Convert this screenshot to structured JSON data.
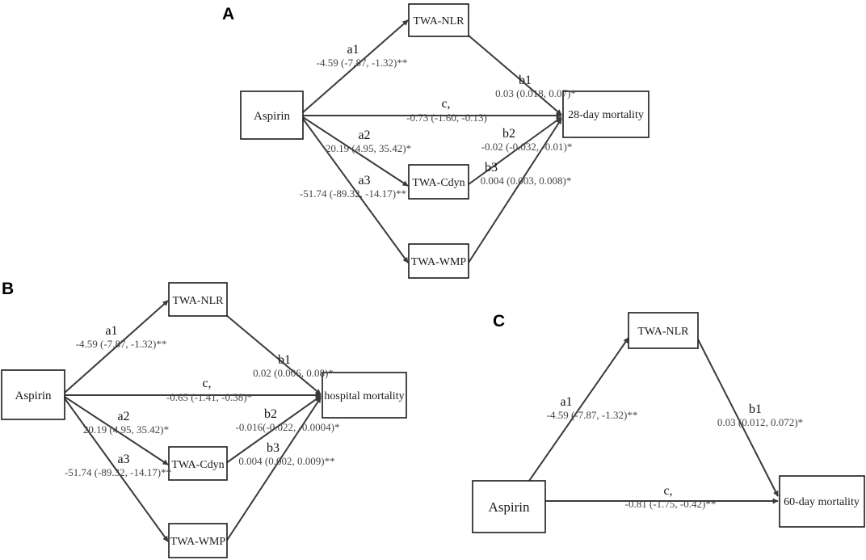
{
  "colors": {
    "line": "#3a3a3a",
    "box": "#1a1a1a",
    "text": "#111111",
    "value": "#444444"
  },
  "panels": {
    "A": {
      "letter": "A",
      "nodes": {
        "aspirin": "Aspirin",
        "nlr": "TWA-NLR",
        "cdyn": "TWA-Cdyn",
        "wmp": "TWA-WMP",
        "outcome": "28-day mortality"
      },
      "paths": {
        "a1": {
          "coef": "a1",
          "value": "-4.59 (-7.87, -1.32)**"
        },
        "b1": {
          "coef": "b1",
          "value": "0.03 (0.018, 0.07)*"
        },
        "c": {
          "coef": "c,",
          "value": "-0.73 (-1.60, -0.13)"
        },
        "a2": {
          "coef": "a2",
          "value": "20.19 (4.95, 35.42)*"
        },
        "b2": {
          "coef": "b2",
          "value": "-0.02 (-0.032, -0.01)*"
        },
        "a3": {
          "coef": "a3",
          "value": "-51.74 (-89.32, -14.17)**"
        },
        "b3": {
          "coef": "b3",
          "value": "0.004 (0.003, 0.008)*"
        }
      }
    },
    "B": {
      "letter": "B",
      "nodes": {
        "aspirin": "Aspirin",
        "nlr": "TWA-NLR",
        "cdyn": "TWA-Cdyn",
        "wmp": "TWA-WMP",
        "outcome": "hospital mortality"
      },
      "paths": {
        "a1": {
          "coef": "a1",
          "value": "-4.59 (-7.87, -1.32)**"
        },
        "b1": {
          "coef": "b1",
          "value": "0.02 (0.006, 0.08)*"
        },
        "c": {
          "coef": "c,",
          "value": "-0.65 (-1.41, -0.38)*"
        },
        "a2": {
          "coef": "a2",
          "value": "20.19 (4.95, 35.42)*"
        },
        "b2": {
          "coef": "b2",
          "value": "-0.016(-0.022, -0.0004)*"
        },
        "a3": {
          "coef": "a3",
          "value": "-51.74 (-89.32, -14.17)**"
        },
        "b3": {
          "coef": "b3",
          "value": "0.004 (0.002, 0.009)**"
        }
      }
    },
    "C": {
      "letter": "C",
      "nodes": {
        "aspirin": "Aspirin",
        "nlr": "TWA-NLR",
        "outcome": "60-day mortality"
      },
      "paths": {
        "a1": {
          "coef": "a1",
          "value": "-4.59 (-7.87, -1.32)**"
        },
        "b1": {
          "coef": "b1",
          "value": "0.03 (0.012, 0.072)*"
        },
        "c": {
          "coef": "c,",
          "value": "-0.81 (-1.75, -0.42)**"
        }
      }
    }
  }
}
